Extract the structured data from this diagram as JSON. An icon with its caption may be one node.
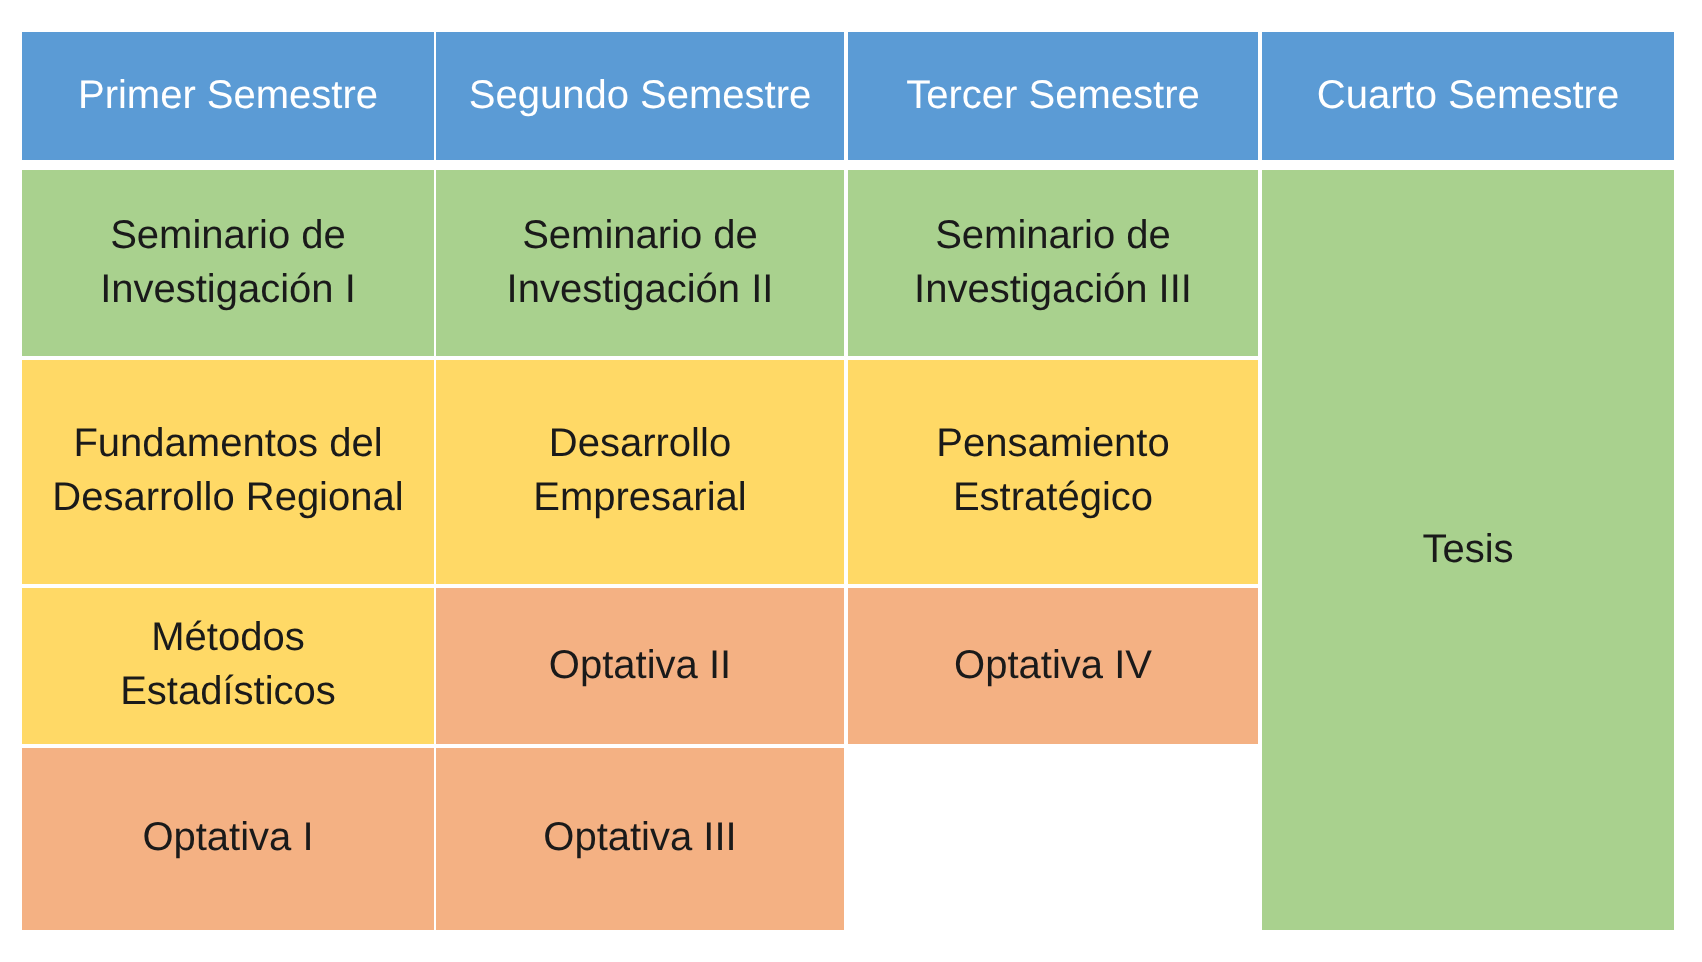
{
  "diagram": {
    "nodes": [
      {
        "text": [
          "Primer Semestre"
        ]
      },
      {
        "text": [
          "Segundo Semestre"
        ]
      },
      {
        "text": [
          "Tercer Semestre"
        ]
      },
      {
        "text": [
          "Cuarto Semestre"
        ]
      },
      {
        "text": [
          "Seminario de Investigación I"
        ]
      },
      {
        "text": [
          "Seminario de Investigación II"
        ]
      },
      {
        "text": [
          "Seminario de Investigación III"
        ]
      },
      {
        "text": [
          "Tesis"
        ]
      },
      {
        "text": [
          "Fundamentos del Desarrollo Regional"
        ]
      },
      {
        "text": [
          "Desarrollo Empresarial"
        ]
      },
      {
        "text": [
          "Pensamiento Estratégico"
        ]
      },
      {
        "text": [
          "Métodos Estadísticos"
        ]
      },
      {
        "text": [
          "Optativa II"
        ]
      },
      {
        "text": [
          "Optativa IV"
        ]
      },
      {
        "text": [
          "Optativa I"
        ]
      },
      {
        "text": [
          "Optativa III"
        ]
      }
    ]
  }
}
